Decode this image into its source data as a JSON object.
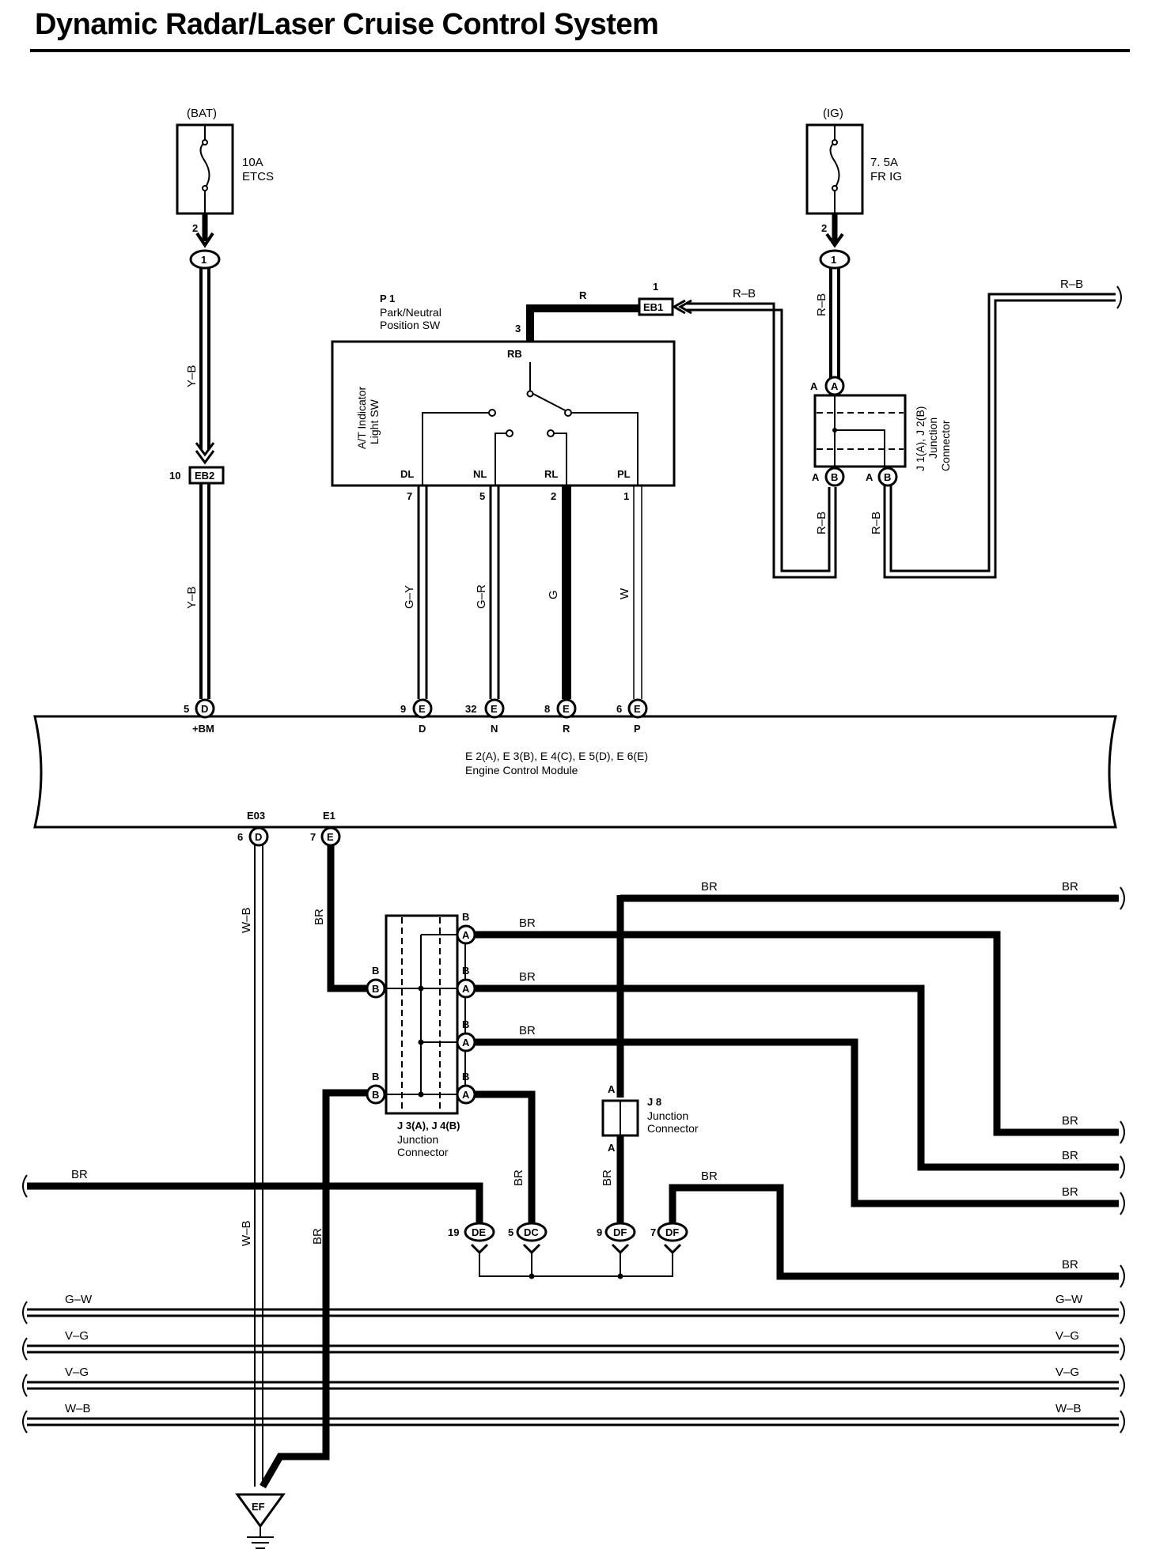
{
  "title": "Dynamic Radar/Laser Cruise Control System",
  "fuses": {
    "bat": {
      "source": "(BAT)",
      "rating": "10A",
      "name": "ETCS",
      "pin": "2"
    },
    "ig": {
      "source": "(IG)",
      "rating": "7. 5A",
      "name": "FR IG",
      "pin": "2"
    }
  },
  "p1": {
    "id": "P 1",
    "name1": "Park/Neutral",
    "name2": "Position SW",
    "inner1": "A/T Indicator",
    "inner2": "Light SW",
    "rb": "RB",
    "dl": "DL",
    "nl": "NL",
    "rl": "RL",
    "pl": "PL",
    "pin3": "3",
    "pin7": "7",
    "pin5": "5",
    "pin2": "2",
    "pin1": "1"
  },
  "connectors": {
    "c1_left": "1",
    "c1_right": "1",
    "eb1": "EB1",
    "eb1_pin": "1",
    "eb2": "EB2",
    "eb2_pin": "10",
    "j1": {
      "letter_a": "A",
      "letter_b": "B",
      "name1": "J 1(A), J 2(B)",
      "name2": "Junction",
      "name3": "Connector"
    },
    "j3": {
      "letter_a": "A",
      "letter_b": "B",
      "name1": "J 3(A), J 4(B)",
      "name2": "Junction",
      "name3": "Connector"
    },
    "j8": {
      "id": "J 8",
      "name2": "Junction",
      "name3": "Connector",
      "pin": "A"
    }
  },
  "ecm": {
    "name1": "E 2(A), E 3(B), E 4(C), E 5(D), E 6(E)",
    "name2": "Engine Control Module",
    "pins": [
      {
        "num": "5",
        "conn": "D",
        "label": "+BM"
      },
      {
        "num": "9",
        "conn": "E",
        "label": "D"
      },
      {
        "num": "32",
        "conn": "E",
        "label": "N"
      },
      {
        "num": "8",
        "conn": "E",
        "label": "R"
      },
      {
        "num": "6",
        "conn": "E",
        "label": "P"
      }
    ],
    "bottom_pins": [
      {
        "num": "6",
        "conn": "D",
        "label": "E03"
      },
      {
        "num": "7",
        "conn": "E",
        "label": "E1"
      }
    ]
  },
  "wires": {
    "yb": "Y–B",
    "rb": "R–B",
    "r": "R",
    "gy": "G–Y",
    "gr": "G–R",
    "g": "G",
    "w": "W",
    "wb": "W–B",
    "br": "BR",
    "gw": "G–W",
    "vg": "V–G"
  },
  "dlc": [
    {
      "num": "19",
      "conn": "DE"
    },
    {
      "num": "5",
      "conn": "DC"
    },
    {
      "num": "9",
      "conn": "DF"
    },
    {
      "num": "7",
      "conn": "DF"
    }
  ],
  "ground": "EF",
  "colors": {
    "ink": "#000000",
    "paper": "#ffffff"
  }
}
